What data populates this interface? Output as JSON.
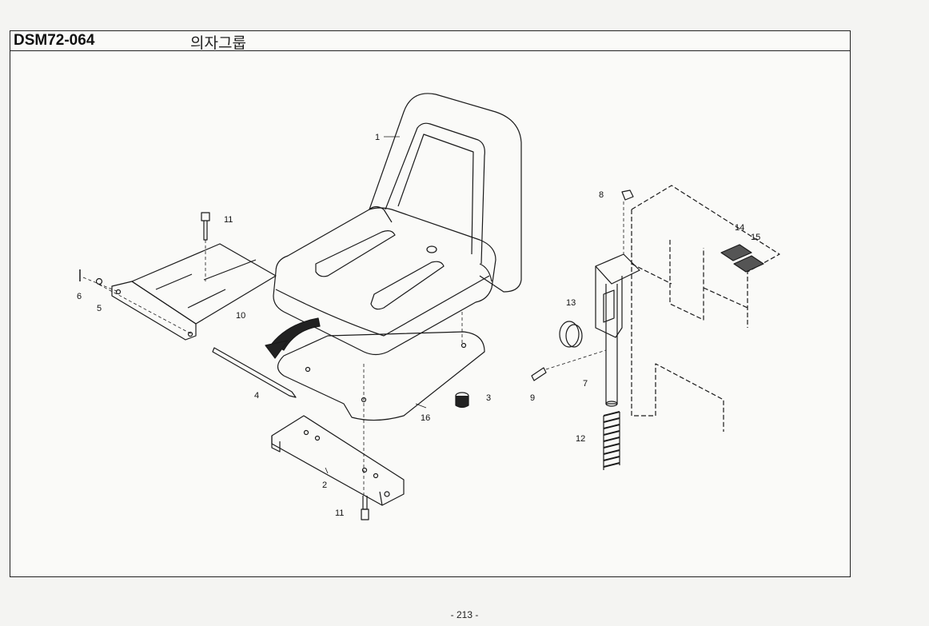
{
  "header": {
    "code": "DSM72-064",
    "title": "의자그룹"
  },
  "footer": {
    "page_number": "- 213 -"
  },
  "callouts": {
    "c1": "1",
    "c2": "2",
    "c3": "3",
    "c4": "4",
    "c5": "5",
    "c6": "6",
    "c7": "7",
    "c8": "8",
    "c9": "9",
    "c10": "10",
    "c11a": "11",
    "c11b": "11",
    "c12": "12",
    "c13": "13",
    "c14": "14",
    "c15": "15",
    "c16": "16"
  }
}
